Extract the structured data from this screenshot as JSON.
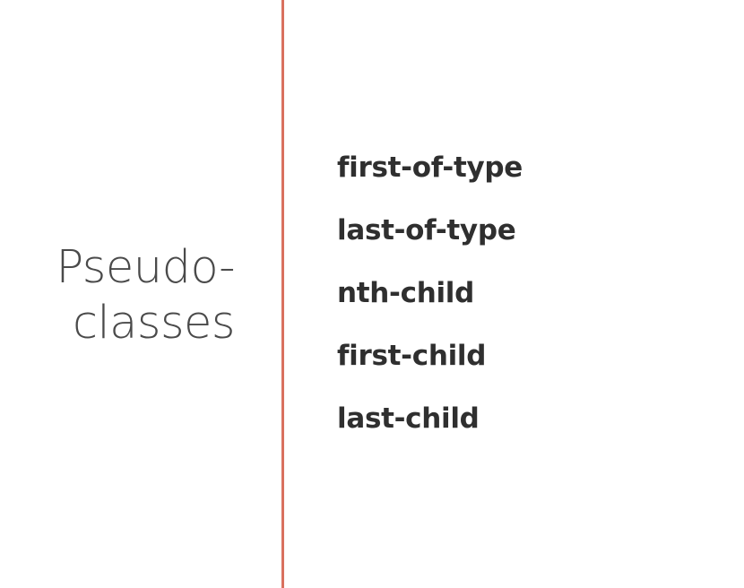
{
  "slide": {
    "title_lines": [
      "Pseudo-",
      "classes"
    ],
    "items": [
      "first-of-type",
      "last-of-type",
      "nth-child",
      "first-child",
      "last-child"
    ],
    "accent_color": "#d9715f",
    "title_color": "#4a4a4a",
    "item_color": "#2f2f2f"
  }
}
